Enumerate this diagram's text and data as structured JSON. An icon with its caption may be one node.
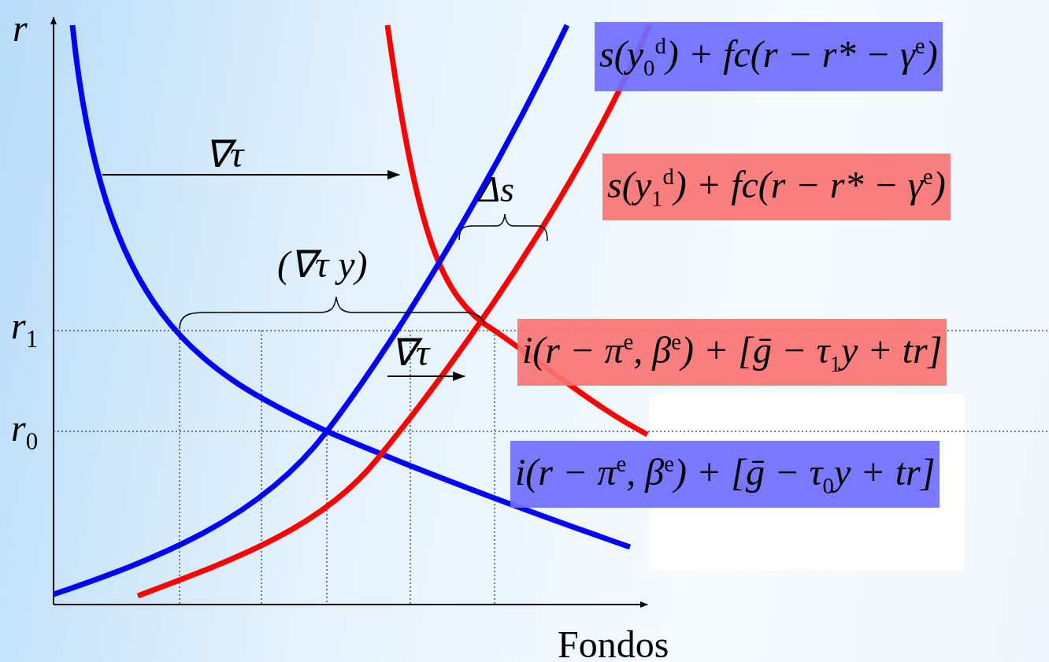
{
  "diagram": {
    "nodes": [
      {
        "text": [
          "s(y$_{0}$$^{d}$) + fc(r − r* − γ$^{e}$)"
        ]
      },
      {
        "text": [
          "s(y$_{1}$$^{d}$) + fc(r − r* − γ$^{e}$)"
        ]
      },
      {
        "text": [
          "i(r − π$^{e}$, β$^{e}$) + [ḡ − τ$_{1}$y + tr]"
        ]
      },
      {
        "text": [
          "i(r − π$^{e}$, β$^{e}$) + [ḡ − τ$_{0}$y + tr]"
        ]
      }
    ],
    "edges": [],
    "labels": [
      "r",
      "∇τ",
      "Δs",
      "(∇τ y)",
      "r$_{1}$",
      "∇τ",
      "r$_{0}$",
      "Fondos"
    ]
  }
}
